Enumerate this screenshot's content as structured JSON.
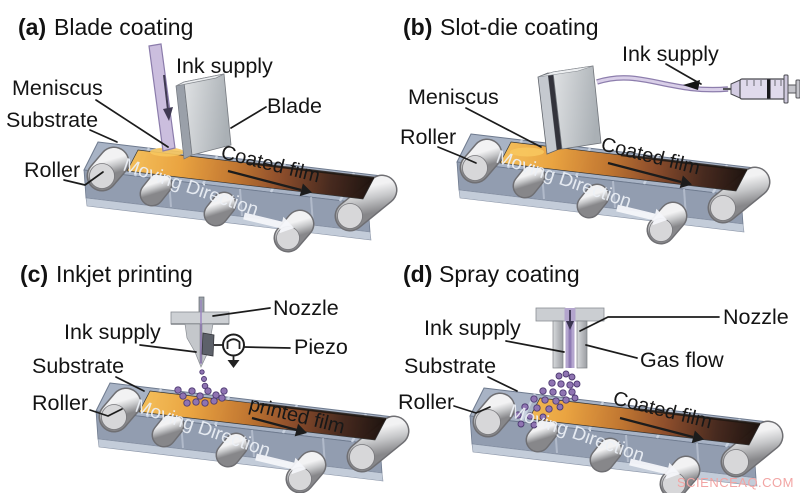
{
  "watermark": "SCIENCEAQ.COM",
  "panels": {
    "a": {
      "id": "(a)",
      "title": "Blade coating",
      "labels": {
        "ink_supply": "Ink supply",
        "meniscus": "Meniscus",
        "substrate": "Substrate",
        "roller": "Roller",
        "blade": "Blade",
        "film": "Coated film",
        "moving_direction": "Moving Direction"
      }
    },
    "b": {
      "id": "(b)",
      "title": "Slot-die coating",
      "labels": {
        "ink_supply": "Ink supply",
        "meniscus": "Meniscus",
        "roller": "Roller",
        "film": "Coated film",
        "moving_direction": "Moving Direction"
      }
    },
    "c": {
      "id": "(c)",
      "title": "Inkjet printing",
      "labels": {
        "nozzle": "Nozzle",
        "ink_supply": "Ink supply",
        "piezo": "Piezo",
        "substrate": "Substrate",
        "roller": "Roller",
        "film": "printed film",
        "moving_direction": "Moving Direction"
      }
    },
    "d": {
      "id": "(d)",
      "title": "Spray coating",
      "labels": {
        "ink_supply": "Ink supply",
        "nozzle": "Nozzle",
        "substrate": "Substrate",
        "gas_flow": "Gas flow",
        "roller": "Roller",
        "film": "Coated film",
        "moving_direction": "Moving Direction"
      }
    }
  },
  "colors": {
    "belt_deck": "#a8b3c5",
    "belt_face": "#929db0",
    "film_gradient_start": "#f4bc55",
    "film_gradient_end": "#1c110d",
    "ink_lavender": "#cbbede",
    "droplet_purple": "#8f74b2",
    "watermark_pink": "#f2a5a4"
  }
}
